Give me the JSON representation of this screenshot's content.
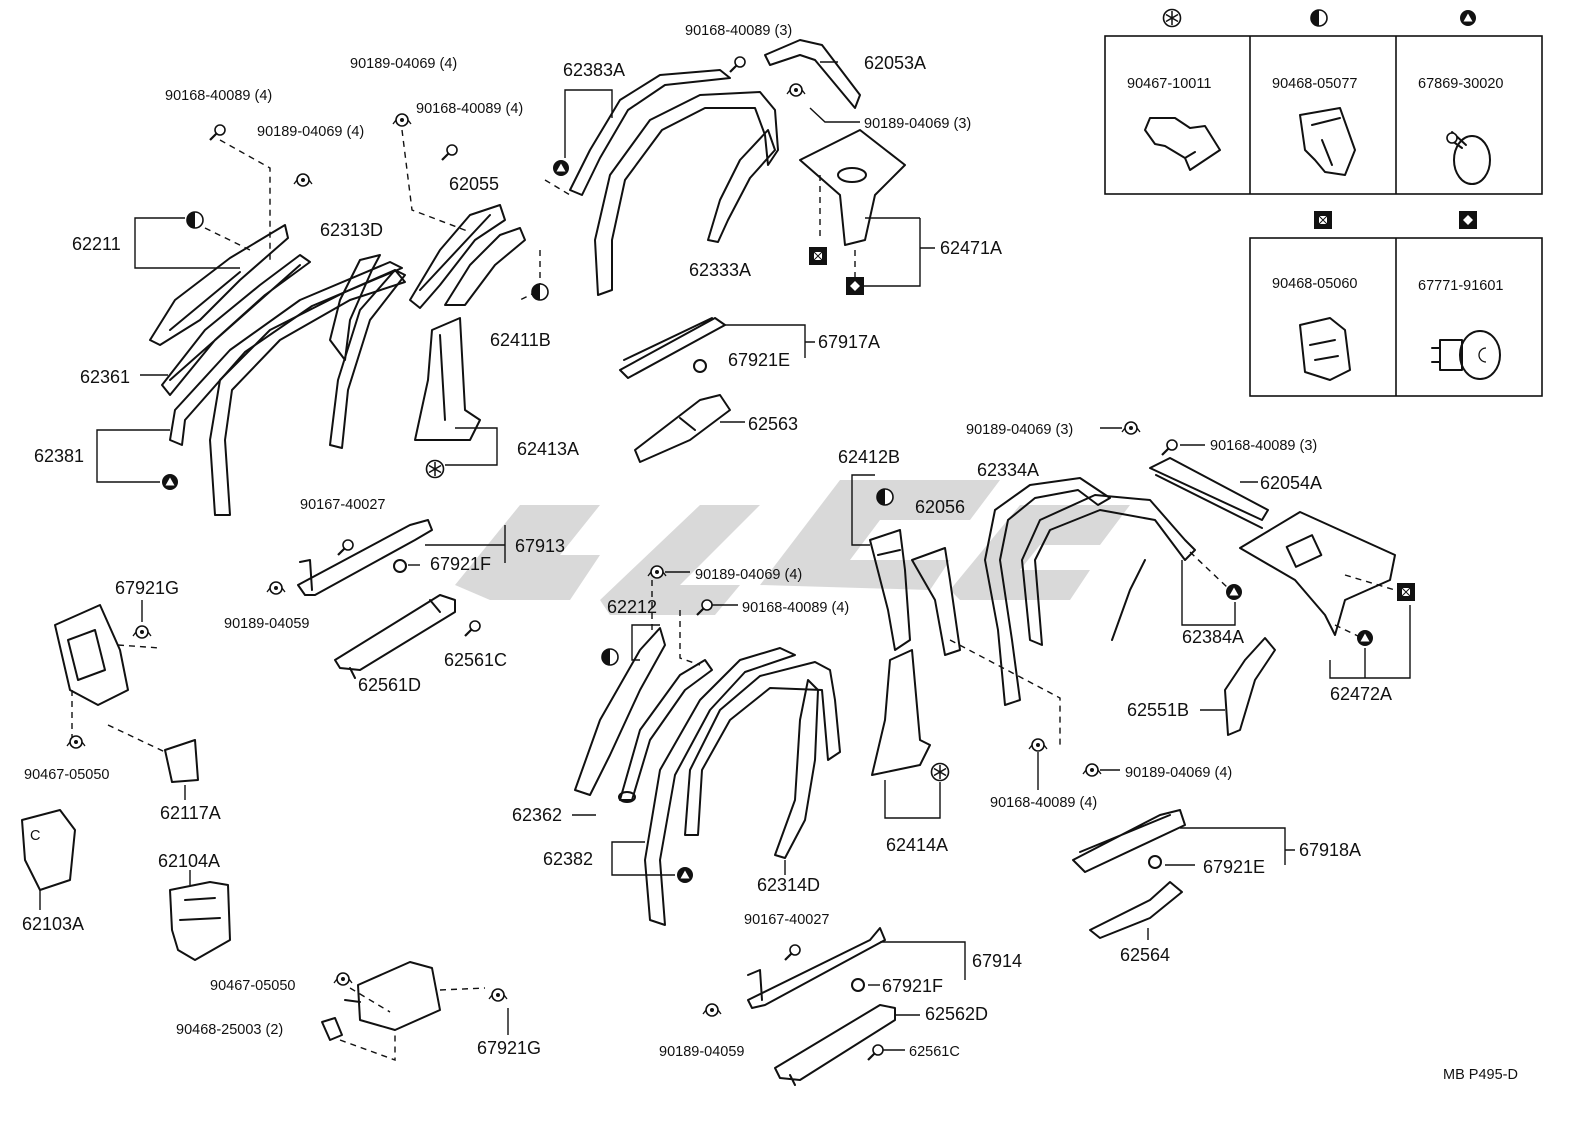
{
  "diagram_code": "MB P495-D",
  "legend": [
    {
      "symbol": "asterisk-circle",
      "part": "90467-10011"
    },
    {
      "symbol": "half-circle",
      "part": "90468-05077"
    },
    {
      "symbol": "triangle-circle",
      "part": "67869-30020"
    },
    {
      "symbol": "filled-square",
      "part": "90468-05060"
    },
    {
      "symbol": "diamond-square",
      "part": "67771-91601"
    }
  ],
  "labels": {
    "p62211": "62211",
    "p62361": "62361",
    "p62381": "62381",
    "p62313D": "62313D",
    "p90168a": "90168-40089 (4)",
    "p90189a": "90189-04069 (4)",
    "p90189b": "90189-04069 (4)",
    "p90168b": "90168-40089 (4)",
    "p62055": "62055",
    "p62411B": "62411B",
    "p62413A": "62413A",
    "p62383A": "62383A",
    "p62333A": "62333A",
    "p90168c": "90168-40089 (3)",
    "p62053A": "62053A",
    "p90189c": "90189-04069 (3)",
    "p62471A": "62471A",
    "p67917A": "67917A",
    "p67921E_a": "67921E",
    "p62563": "62563",
    "p90167a": "90167-40027",
    "p67913": "67913",
    "p67921F_a": "67921F",
    "p90189d": "90189-04059",
    "p62561C_a": "62561C",
    "p62561D": "62561D",
    "p67921G_a": "67921G",
    "p90467a": "90467-05050",
    "p62117A": "62117A",
    "p62103A": "62103A",
    "p62104A": "62104A",
    "p90467b": "90467-05050",
    "p90468": "90468-25003 (2)",
    "p67921G_b": "67921G",
    "p90189e": "90189-04069 (4)",
    "p90168d": "90168-40089 (4)",
    "p62212": "62212",
    "p62362": "62362",
    "p62382": "62382",
    "p62314D": "62314D",
    "p62412B": "62412B",
    "p62056": "62056",
    "p62414A": "62414A",
    "p62334A": "62334A",
    "p90189f": "90189-04069 (3)",
    "p90168e": "90168-40089 (3)",
    "p62054A": "62054A",
    "p62384A": "62384A",
    "p62472A": "62472A",
    "p62551B": "62551B",
    "p90168f": "90168-40089 (4)",
    "p90189g": "90189-04069 (4)",
    "p67918A": "67918A",
    "p67921E_b": "67921E",
    "p62564": "62564",
    "p90167b": "90167-40027",
    "p67914": "67914",
    "p67921F_b": "67921F",
    "p62562D": "62562D",
    "p62561C_b": "62561C",
    "p90189h": "90189-04059"
  }
}
